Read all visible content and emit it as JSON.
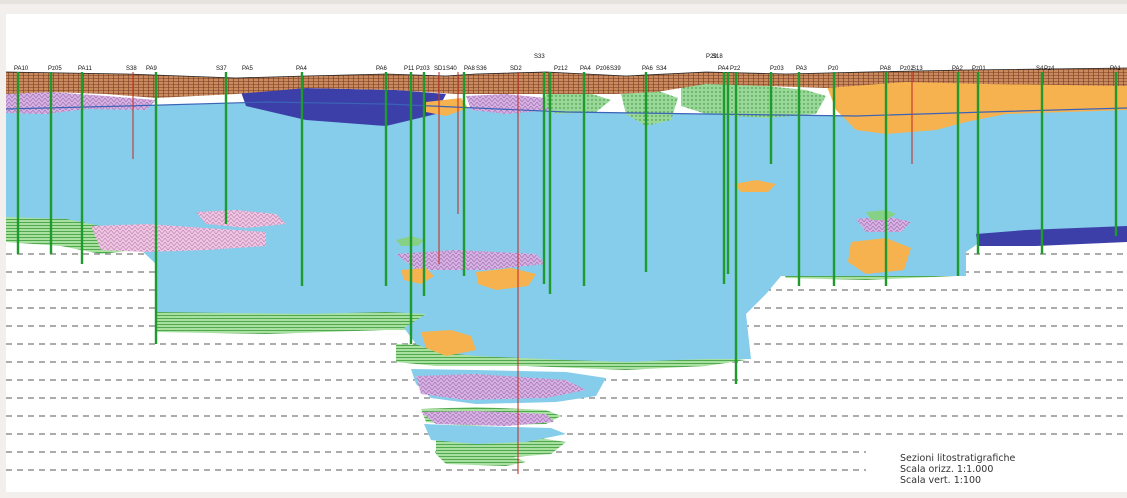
{
  "figure": {
    "caption_lines": [
      "Sezioni litostratigrafiche",
      "Scala orizz. 1:1.000",
      "Scala vert. 1:100"
    ],
    "borehole_labels": [
      "PA10",
      "Pz05",
      "PA11",
      "S38",
      "PA9",
      "S37",
      "PA5",
      "PA4",
      "PA6",
      "P11",
      "Pz03",
      "SD1",
      "S40",
      "PA8",
      "S36",
      "SD2",
      "S33",
      "Pz12",
      "PA4",
      "Pz06",
      "S39",
      "PA6",
      "S34",
      "P29",
      "S18",
      "PA4",
      "Pz2",
      "Pz03",
      "PA3",
      "Pz0",
      "PA8",
      "Pz02",
      "S13",
      "PA2",
      "Pz01",
      "S4",
      "Pz4",
      "PA1"
    ],
    "colors": {
      "water": "#85cdea",
      "waterline": "#3b63b8",
      "topsoil": "#b06a4e",
      "purple": "#c79ad6",
      "darkblue": "#3d3fa8",
      "green": "#86d186",
      "orange": "#f6b24f",
      "pink": "#e9b8da",
      "darkgreen_pole": "#1f9a2c",
      "red_pole": "#c2362c"
    }
  }
}
